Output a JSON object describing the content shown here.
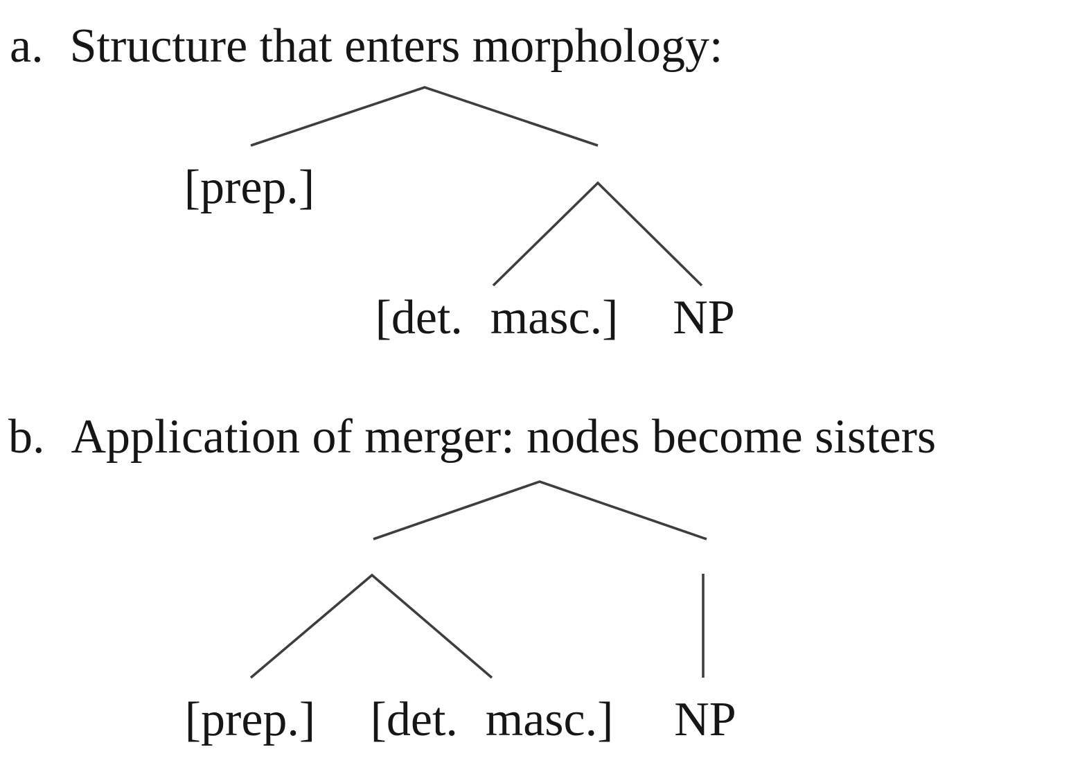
{
  "figure": {
    "background_color": "#ffffff",
    "text_color": "#161616",
    "line_color": "#3e3e3e"
  },
  "item_a": {
    "label": "a.",
    "title": "Structure that enters morphology:",
    "nodes": {
      "prep": "[prep.]",
      "det_masc": "[det. masc.]",
      "np": "NP"
    },
    "structure": "root branches to [prep.] and an inner node; inner node branches to [det. masc.] and NP"
  },
  "item_b": {
    "label": "b.",
    "title": "Application of merger: nodes become sisters",
    "nodes": {
      "prep": "[prep.]",
      "det_masc": "[det. masc.]",
      "np": "NP"
    },
    "structure": "root branches to an inner node and NP; inner node branches to [prep.] and [det. masc.]"
  }
}
